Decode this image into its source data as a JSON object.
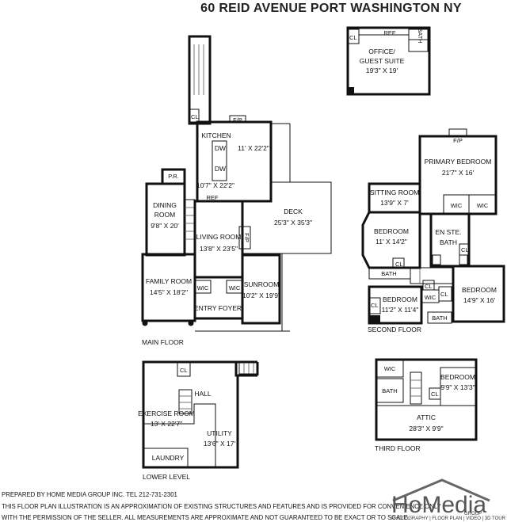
{
  "title": "60 REID AVENUE PORT WASHINGTON NY",
  "floors": {
    "main": "MAIN FLOOR",
    "second": "SECOND FLOOR",
    "third": "THIRD FLOOR",
    "lower": "LOWER LEVEL"
  },
  "rooms": {
    "office_name1": "OFFICE/",
    "office_name2": "GUEST SUITE",
    "office_dim": "19'3\" X 19'",
    "office_ref": "REF",
    "office_bath1": "BATH",
    "kitchen_name": "KITCHEN",
    "kitchen_dim": "11' X 22'2\"",
    "kitchen_dim2": "10'7\" X 22'2\"",
    "dw": "DW",
    "ref": "REF",
    "fp": "F/P",
    "pr": "P.R.",
    "cl": "CL",
    "dining_name": "DINING",
    "dining_name2": "ROOM",
    "dining_dim": "9'8\" X 20'",
    "living_name": "LIVING ROOM",
    "living_dim": "13'8\" X 23'5\"",
    "deck_name": "DECK",
    "deck_dim": "25'3\" X 35'3\"",
    "family_name": "FAMILY ROOM",
    "family_dim": "14'5\" X 18'2\"",
    "wic": "WIC",
    "foyer": "ENTRY FOYER",
    "sunroom_name": "SUNROOM",
    "sunroom_dim": "10'2\" X 19'9\"",
    "primary_name": "PRIMARY BEDROOM",
    "primary_dim": "21'7\" X 16'",
    "sitting_name": "SITTING ROOM",
    "sitting_dim": "13'9\" X 7'",
    "bed1_name": "BEDROOM",
    "bed1_dim": "11' X 14'2\"",
    "ensuite1": "EN STE.",
    "ensuite2": "BATH",
    "bath": "BATH",
    "bed2_name": "BEDROOM",
    "bed2_dim": "14'9\" X 16'",
    "bed3_name": "BEDROOM",
    "bed3_dim": "11'2\" X 11'4\"",
    "bed4_name": "BEDROOM",
    "bed4_dim": "9'9\" X 13'3\"",
    "attic_name": "ATTIC",
    "attic_dim": "28'3\" X 9'9\"",
    "hall": "HALL",
    "exercise_name": "EXERCISE ROOM",
    "exercise_dim": "13' X 22'7\"",
    "utility_name": "UTILITY",
    "utility_dim": "13'6\" X 17'",
    "laundry": "LAUNDRY"
  },
  "footer": {
    "line1": "PREPARED  BY  HOME MEDIA GROUP INC.  TEL 212-731-2301",
    "line2": "THIS FLOOR PLAN ILLUSTRATION IS AN APPROXIMATION OF EXISTING STRUCTURES AND FEATURES AND IS PROVIDED FOR CONVENIENCE ONLY",
    "line3": "WITH THE PERMISSION OF THE SELLER. ALL MEASUREMENTS ARE APPROXIMATE AND NOT GUARANTEED TO BE EXACT OR TO SCALE."
  },
  "logo": {
    "name": "HoMedia",
    "group": "GROUP",
    "tagline": "PHOTOGRAPHY | FLOOR PLAN | VIDEO | 3D TOUR"
  }
}
